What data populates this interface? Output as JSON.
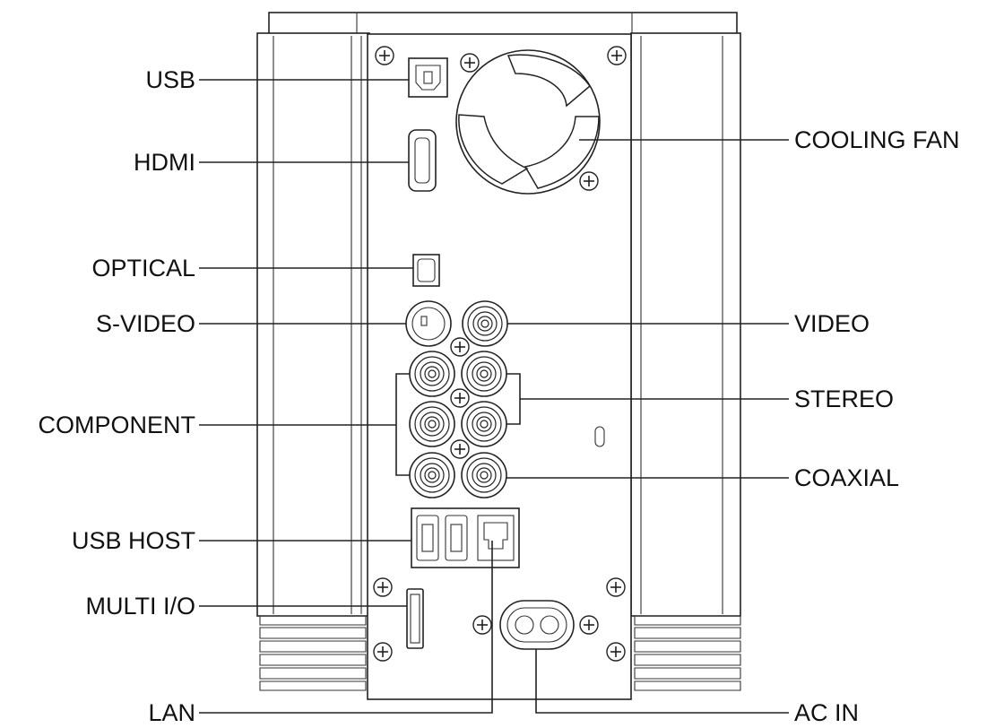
{
  "diagram": {
    "labels": {
      "usb": "USB",
      "hdmi": "HDMI",
      "optical": "OPTICAL",
      "s_video": "S-VIDEO",
      "component": "COMPONENT",
      "usb_host": "USB HOST",
      "multi_io": "MULTI I/O",
      "lan": "LAN",
      "cooling_fan": "COOLING FAN",
      "video": "VIDEO",
      "stereo": "STEREO",
      "coaxial": "COAXIAL",
      "ac_in": "AC IN"
    },
    "colors": {
      "line": "#222222",
      "text": "#111111",
      "background": "#ffffff"
    }
  }
}
